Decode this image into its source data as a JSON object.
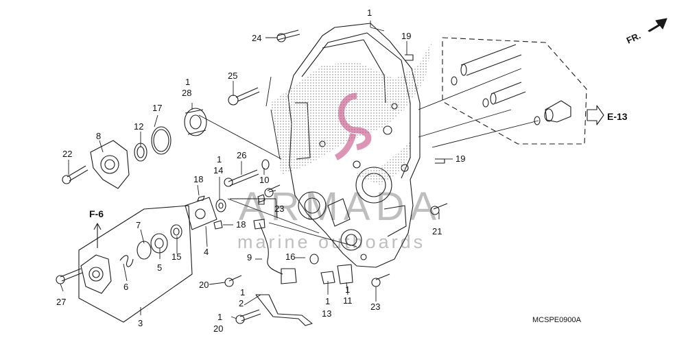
{
  "direction_label": "FR.",
  "refs": {
    "e13": "E-13",
    "f6": "F-6"
  },
  "watermark": {
    "brand": "ARMADA",
    "tagline": "marine outboards"
  },
  "diagram_code": "MCSPE0900A",
  "colors": {
    "line": "#1a1a1a",
    "logo": "#c2407a",
    "hatch": "#777777"
  },
  "labels": {
    "l1_top": "1",
    "l24": "24",
    "l19a": "19",
    "l25": "25",
    "l1_28a": "1",
    "l1_28b": "28",
    "l17": "17",
    "l12": "12",
    "l8": "8",
    "l22": "22",
    "l18a": "18",
    "l1_14a": "1",
    "l1_14b": "14",
    "l26": "26",
    "l10": "10",
    "l23a": "23",
    "l18b": "18",
    "l19b": "19",
    "l21": "21",
    "l7": "7",
    "l5": "5",
    "l15": "15",
    "l4": "4",
    "l6": "6",
    "l27": "27",
    "l3": "3",
    "l9": "9",
    "l16": "16",
    "l20a": "20",
    "l1_2a": "1",
    "l1_2b": "2",
    "l1_20a": "1",
    "l1_20b": "20",
    "l1_13a": "1",
    "l1_13b": "13",
    "l1_11a": "1",
    "l1_11b": "11",
    "l23b": "23"
  }
}
